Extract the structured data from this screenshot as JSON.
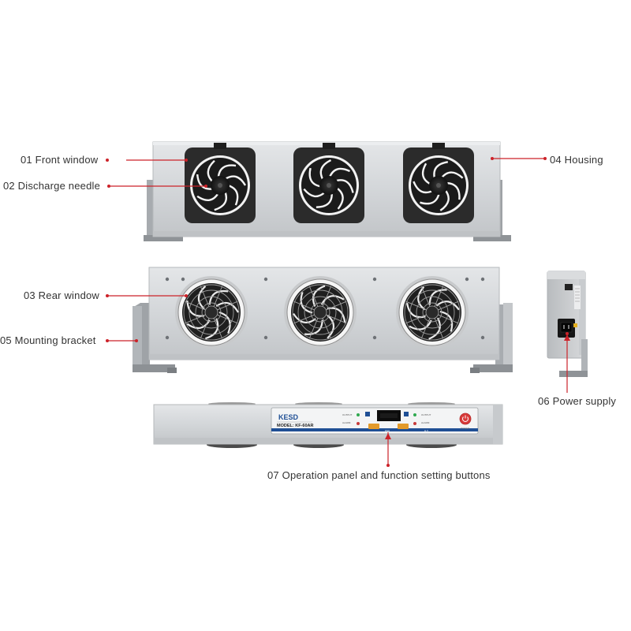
{
  "callouts": {
    "front_window": "01 Front window",
    "discharge_needle": "02 Discharge needle",
    "rear_window": "03 Rear window",
    "housing": "04 Housing",
    "mounting_bracket": "05 Mounting bracket",
    "power_supply": "06 Power supply",
    "operation_panel": "07 Operation panel and function setting buttons"
  },
  "control_panel": {
    "brand": "KESD",
    "model": "MODEL: KF-60AR",
    "output_left": "OUTPUT",
    "alarm_left": "ALARM",
    "output_right": "OUTPUT",
    "alarm_right": "ALARM",
    "fan_label": "FAN",
    "ion_label": "H.V",
    "power_label": "POWER"
  },
  "colors": {
    "callout_red": "#cc2229",
    "text": "#333333",
    "housing": "#d6d8da",
    "housing_edge": "#b7babd",
    "fan_frame": "#2b2b2b",
    "panel_blue": "#1f4f95",
    "button_orange": "#e39a2a",
    "power_red": "#d83a3a"
  }
}
